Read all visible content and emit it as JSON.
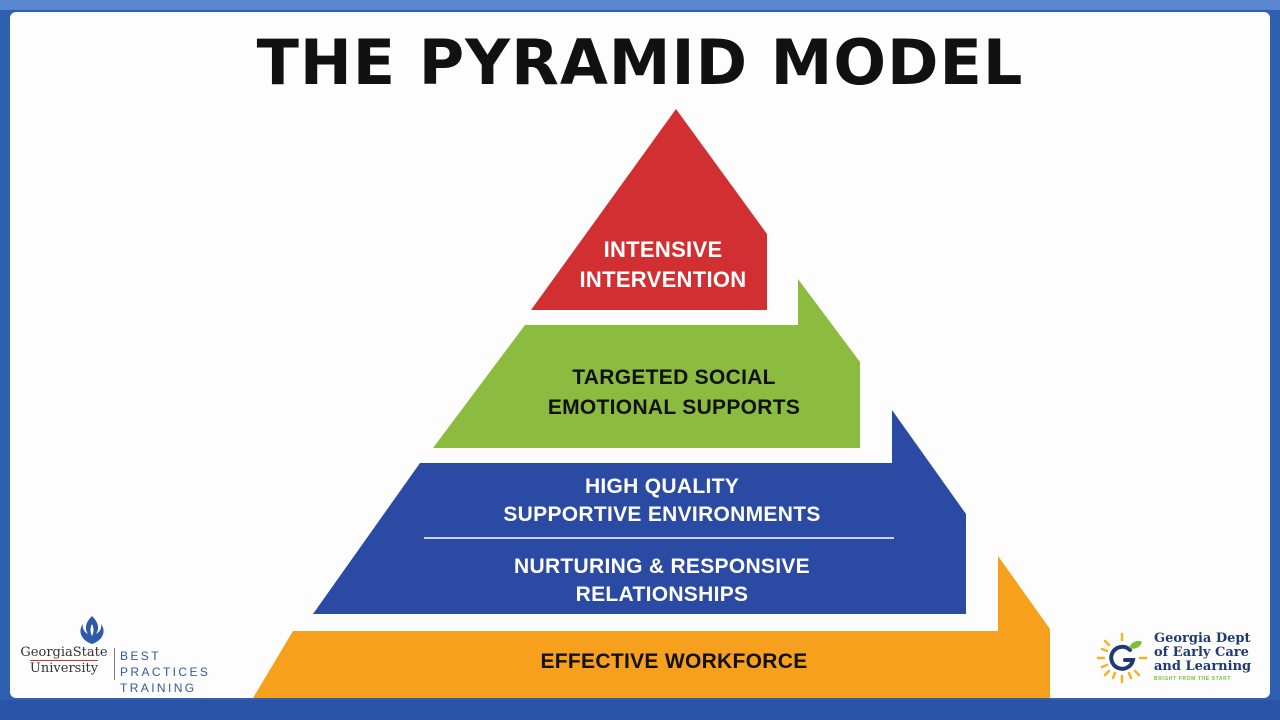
{
  "slide": {
    "title": "THE PYRAMID MODEL"
  },
  "pyramid": {
    "tiers": [
      {
        "id": "intensive",
        "lines": [
          "INTENSIVE",
          "INTERVENTION"
        ],
        "color": "#d22f33",
        "text_color": "#ffffff"
      },
      {
        "id": "targeted",
        "lines": [
          "TARGETED SOCIAL",
          "EMOTIONAL SUPPORTS"
        ],
        "color": "#8cbc3f",
        "text_color": "#111111"
      },
      {
        "id": "environments",
        "lines": [
          "HIGH QUALITY",
          "SUPPORTIVE ENVIRONMENTS"
        ],
        "color": "#2a4aa3",
        "text_color": "#ffffff"
      },
      {
        "id": "relationships",
        "lines": [
          "NURTURING & RESPONSIVE",
          "RELATIONSHIPS"
        ],
        "color": "#2a4aa3",
        "text_color": "#ffffff"
      },
      {
        "id": "workforce",
        "lines": [
          "EFFECTIVE WORKFORCE"
        ],
        "color": "#f6a01e",
        "text_color": "#111111"
      }
    ]
  },
  "logos": {
    "gsu": {
      "name_line1": "GeorgiaState",
      "name_line2": "University",
      "training_line1": "BEST PRACTICES",
      "training_line2": "TRAINING",
      "accent": "#2f5aa8"
    },
    "decal": {
      "line1": "Georgia Dept",
      "line2": "of Early Care",
      "line3": "and Learning",
      "tagline": "BRIGHT FROM THE START",
      "accent": "#1f3a73",
      "sun_color": "#f2b320",
      "leaf_color": "#7bbf3b"
    }
  }
}
